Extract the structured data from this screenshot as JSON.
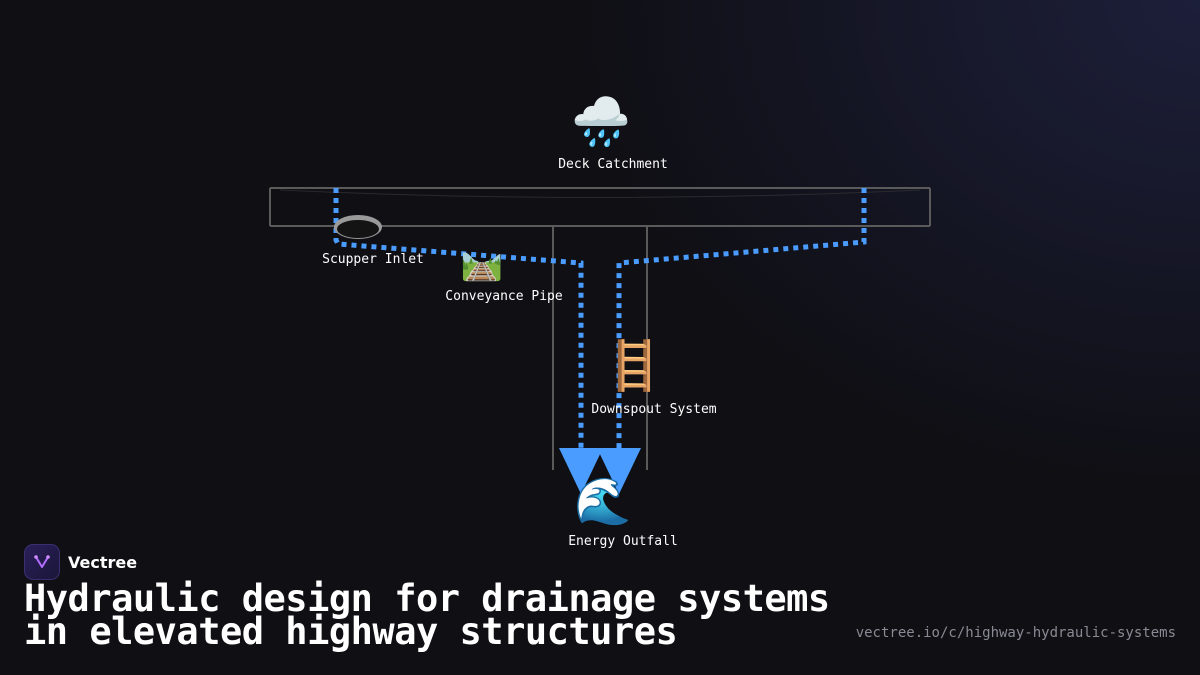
{
  "diagram": {
    "nodes": {
      "deck_catchment": {
        "label": "Deck Catchment",
        "icon": "rain-cloud-icon",
        "glyph": "🌧️"
      },
      "scupper_inlet": {
        "label": "Scupper Inlet",
        "icon": "hole-icon"
      },
      "conveyance_pipe": {
        "label": "Conveyance Pipe",
        "icon": "railway-track-icon",
        "glyph": "🛤️"
      },
      "downspout_system": {
        "label": "Downspout System",
        "icon": "ladder-icon",
        "glyph": "🪜"
      },
      "energy_outfall": {
        "label": "Energy Outfall",
        "icon": "water-wave-icon",
        "glyph": "🌊"
      }
    },
    "colors": {
      "flow": "#4a9cff",
      "structure": "#5a5a5a",
      "background": "#0f0f14"
    }
  },
  "brand": {
    "name": "Vectree",
    "logo_icon": "vectree-logo-icon"
  },
  "headline": {
    "line1": "Hydraulic design for drainage systems",
    "line2": "in elevated highway structures"
  },
  "url": "vectree.io/c/highway-hydraulic-systems"
}
